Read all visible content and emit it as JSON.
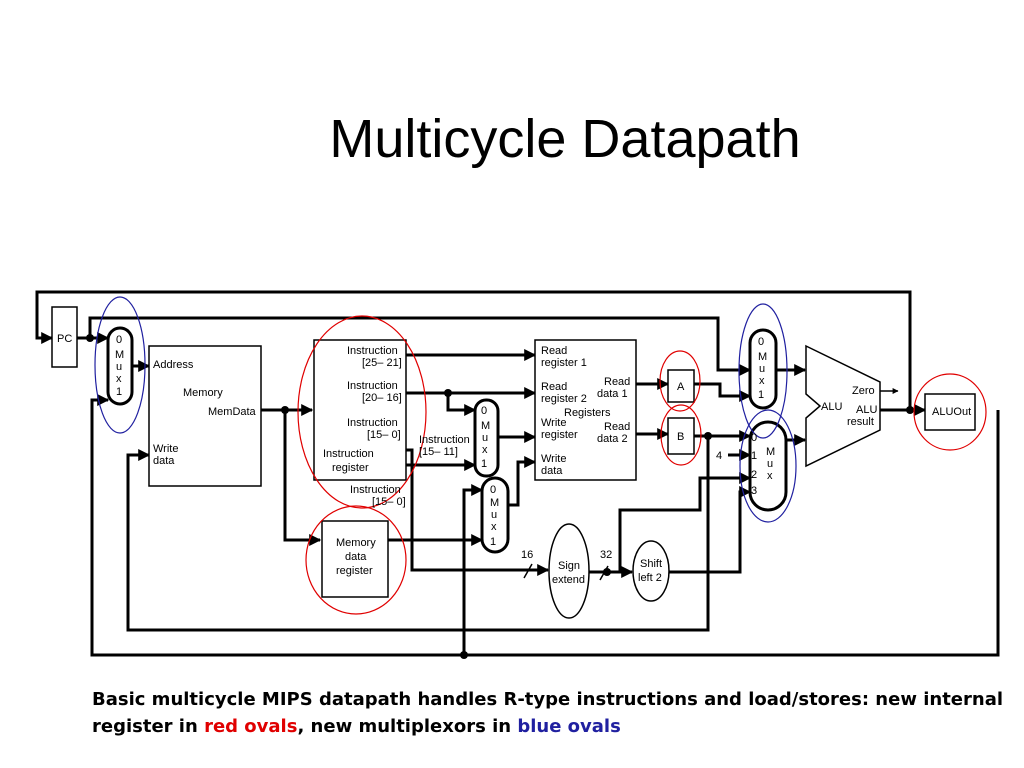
{
  "title": "Multicycle Datapath",
  "labels": {
    "pc": "PC",
    "mux_m": "M",
    "mux_u": "u",
    "mux_x": "x",
    "mux_0": "0",
    "mux_1": "1",
    "mux_2": "2",
    "mux_3": "3",
    "address": "Address",
    "memory": "Memory",
    "memdata": "MemData",
    "write": "Write",
    "data": "data",
    "instr_2521_a": "Instruction",
    "instr_2521_b": "[25– 21]",
    "instr_2016_a": "Instruction",
    "instr_2016_b": "[20– 16]",
    "instr_150_a": "Instruction",
    "instr_150_b": "[15– 0]",
    "ir_a": "Instruction",
    "ir_b": "register",
    "instr_1511_a": "Instruction",
    "instr_1511_b": "[15– 11]",
    "instr_150b_a": "Instruction",
    "instr_150b_b": "[15– 0]",
    "read": "Read",
    "register_1": "register 1",
    "register_2": "register 2",
    "register": "register",
    "data_1": "data 1",
    "data_2": "data 2",
    "registers": "Registers",
    "mdr_a": "Memory",
    "mdr_b": "data",
    "mdr_c": "register",
    "sign": "Sign",
    "extend": "extend",
    "shift": "Shift",
    "left2": "left 2",
    "reg_a": "A",
    "reg_b": "B",
    "four": "4",
    "sixteen": "16",
    "thirtytwo": "32",
    "alu": "ALU",
    "zero": "Zero",
    "alu_result_a": "ALU",
    "alu_result_b": "result",
    "aluout": "ALUOut"
  },
  "caption": {
    "part1": "Basic multicycle MIPS datapath handles R-type instructions and load/stores: new internal register in ",
    "red_text": "red ovals",
    "part2": ", new multiplexors in ",
    "blue_text": "blue ovals"
  },
  "colors": {
    "highlight_red": "#e00000",
    "highlight_blue": "#2020a0"
  }
}
